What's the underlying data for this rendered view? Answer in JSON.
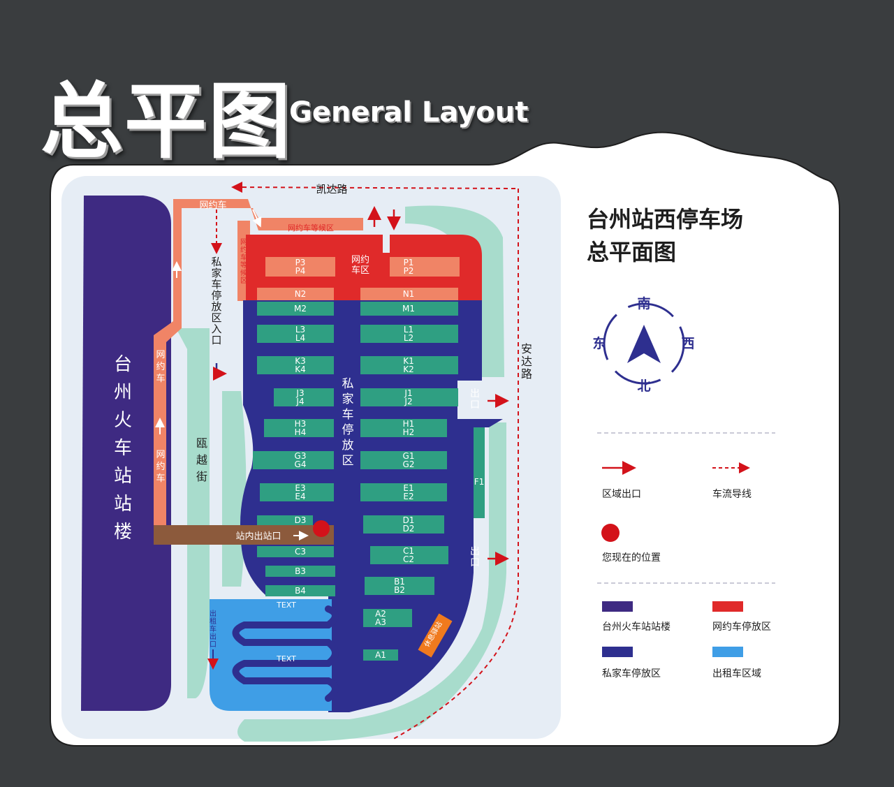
{
  "header": {
    "title_cn": "总平图",
    "title_en": "General Layout"
  },
  "panel": {
    "title_line1": "台州站西停车场",
    "title_line2": "总平面图"
  },
  "compass": {
    "south": "南",
    "north": "北",
    "east": "东",
    "west": "西"
  },
  "roads": {
    "kaida": "凯达路",
    "anda": "安达路",
    "ouyue": "瓯越街"
  },
  "labels": {
    "station_building": "台州火车站站楼",
    "ride_hailing_lane_top": "网约车",
    "ride_hailing_lane_upper": "网约车",
    "ride_hailing_lane_lower": "网约车",
    "ride_hailing_waiting_top": "网约车等候区",
    "ride_hailing_waiting_side": "网约车等候区",
    "private_entrance": "私家车停放区入口",
    "ride_hailing_zone": "网约车区",
    "private_zone": "私家车停放区",
    "station_exit": "站内出站口",
    "exit_upper": "出口",
    "exit_lower": "出口",
    "taxi_exit": "出租车出口",
    "taxi_text_1": "TEXT",
    "taxi_text_2": "TEXT",
    "rest_station": "休息驿站"
  },
  "zones_left": [
    "P3 P4",
    "N2",
    "M2",
    "L3 L4",
    "K3 K4",
    "J3 J4",
    "H3 H4",
    "G3 G4",
    "E3 E4",
    "D3",
    "C3",
    "B3",
    "B4"
  ],
  "zones_right": [
    "P1 P2",
    "N1",
    "M1",
    "L1 L2",
    "K1 K2",
    "J1 J2",
    "H1 H2",
    "G1 G2",
    "E1 E2",
    "D1 D2",
    "C1 C2",
    "B1 B2",
    "A2 A3",
    "A1",
    "F1"
  ],
  "legend": {
    "area_exit": "区域出口",
    "traffic_flow": "车流导线",
    "you_are_here": "您现在的位置",
    "station_building": "台州火车站站楼",
    "ride_hailing_parking": "网约车停放区",
    "private_parking": "私家车停放区",
    "taxi_area": "出租车区域"
  },
  "colors": {
    "station": "#3e2a82",
    "private": "#2e2f8f",
    "ride_hailing": "#e02a2a",
    "taxi": "#3f9ee6",
    "parking_rows": "#2f9f82",
    "green_belt": "#a8dccc",
    "orange_lane": "#f08466",
    "brown_path": "#8c5a3c",
    "you_are_here": "#d3121a",
    "rest_station": "#f07a1e"
  }
}
